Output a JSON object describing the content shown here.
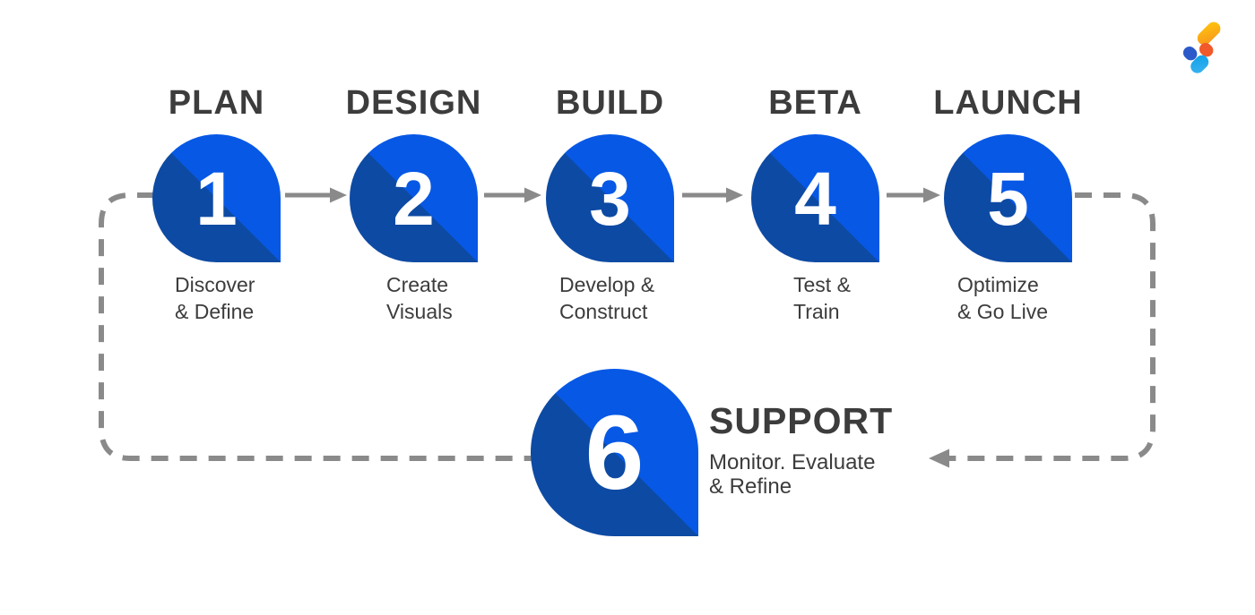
{
  "flow": {
    "stages": [
      {
        "number": "1",
        "title": "PLAN",
        "subtitle_line1": "Discover",
        "subtitle_line2": "& Define"
      },
      {
        "number": "2",
        "title": "DESIGN",
        "subtitle_line1": "Create",
        "subtitle_line2": "Visuals"
      },
      {
        "number": "3",
        "title": "BUILD",
        "subtitle_line1": "Develop &",
        "subtitle_line2": "Construct"
      },
      {
        "number": "4",
        "title": "BETA",
        "subtitle_line1": "Test &",
        "subtitle_line2": "Train"
      },
      {
        "number": "5",
        "title": "LAUNCH",
        "subtitle_line1": "Optimize",
        "subtitle_line2": "& Go Live"
      }
    ],
    "support": {
      "number": "6",
      "title": "SUPPORT",
      "subtitle_line1": "Monitor. Evaluate",
      "subtitle_line2": "& Refine"
    }
  },
  "colors": {
    "node_blue": "#0758E5",
    "node_shadow_blue": "#0D4AA3",
    "connector_gray": "#8A8A8A",
    "heading_gray": "#3C3C3C",
    "number_white": "#FFFFFF",
    "logo_yellow": "#FFC60B",
    "logo_orange": "#F7941E",
    "logo_red_orange": "#F1592B",
    "logo_dark_blue": "#2B59C9",
    "logo_light_blue": "#29ABE2"
  }
}
